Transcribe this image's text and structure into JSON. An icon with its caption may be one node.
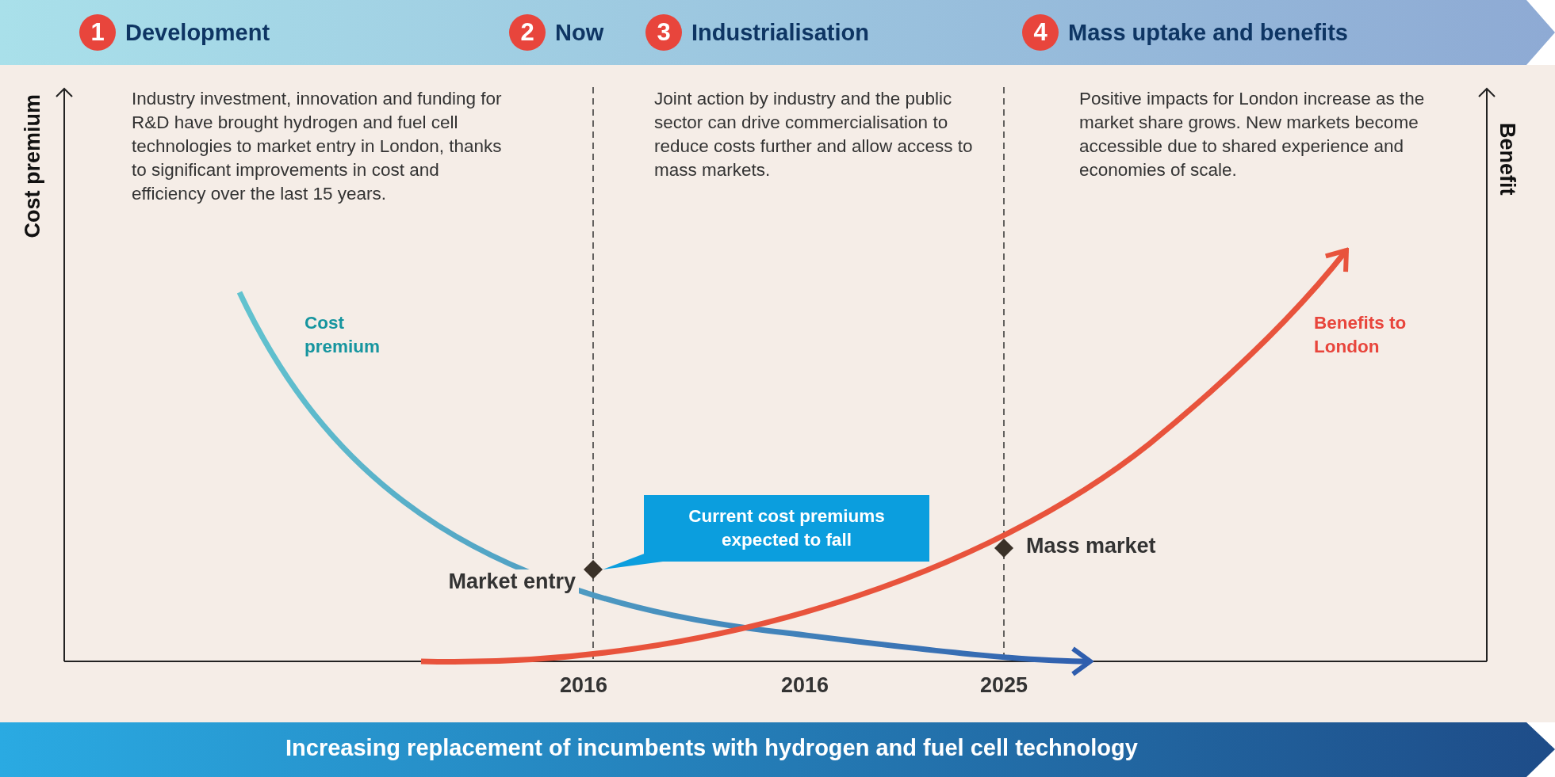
{
  "diagram": {
    "nodes": [
      {
        "text": [],
        "shape": "bar"
      },
      {
        "text": [
          "1"
        ],
        "in": 0,
        "beside": [
          "Development"
        ]
      },
      {
        "text": [
          "2"
        ],
        "in": 0,
        "beside": [
          "Now"
        ]
      },
      {
        "text": [
          "3"
        ],
        "in": 0,
        "beside": [
          "Industrialisation"
        ]
      },
      {
        "text": [
          "4"
        ],
        "in": 0,
        "beside": [
          "Mass uptake and benefits"
        ]
      },
      {
        "text": [],
        "shape": "diamond",
        "beside": [
          "Market entry"
        ]
      },
      {
        "text": [],
        "shape": "diamond",
        "beside": [
          "Mass market"
        ]
      },
      {
        "text": [
          "Current cost premiums expected to fall"
        ]
      },
      {
        "text": [
          "Increasing replacement of incumbents with hydrogen and fuel cell technology"
        ]
      }
    ],
    "edges": [
      {
        "from": 7,
        "to": 5,
        "arrow": "none"
      }
    ],
    "labels": [
      "Cost premium",
      "Industry investment, innovation and funding for R&D have brought hydrogen and fuel cell technologies to market entry in London, thanks to significant improvements in cost and efficiency over the last 15 years.",
      "Joint action by industry and the public sector can drive commercialisation to reduce costs further and allow access to mass markets.",
      "Positive impacts for London increase as the market share grows. New markets become accessible due to shared experience and economies of scale.",
      "Benefit",
      "Cost premium",
      "Benefits to London",
      "2016",
      "2016",
      "2025"
    ]
  }
}
